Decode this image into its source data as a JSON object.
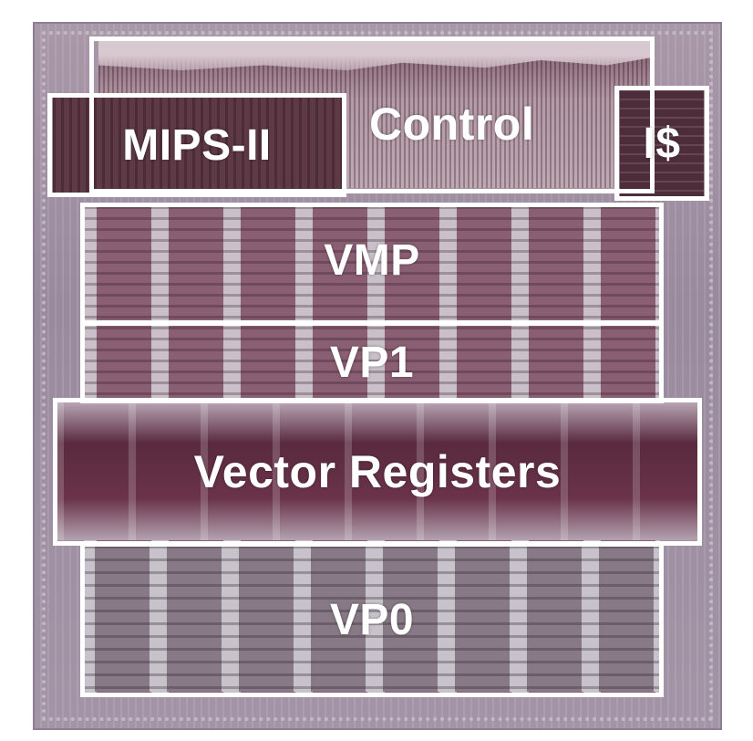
{
  "blocks": {
    "control": {
      "label": "Control"
    },
    "mips": {
      "label": "MIPS-II"
    },
    "icache": {
      "label": "I$"
    },
    "vmp": {
      "label": "VMP"
    },
    "vp1": {
      "label": "VP1"
    },
    "vector_registers": {
      "label": "Vector Registers"
    },
    "vp0": {
      "label": "VP0"
    }
  },
  "colors": {
    "outline": "#ffffff",
    "die_base": "#a394a6",
    "register_band": "#5a2a3f"
  }
}
